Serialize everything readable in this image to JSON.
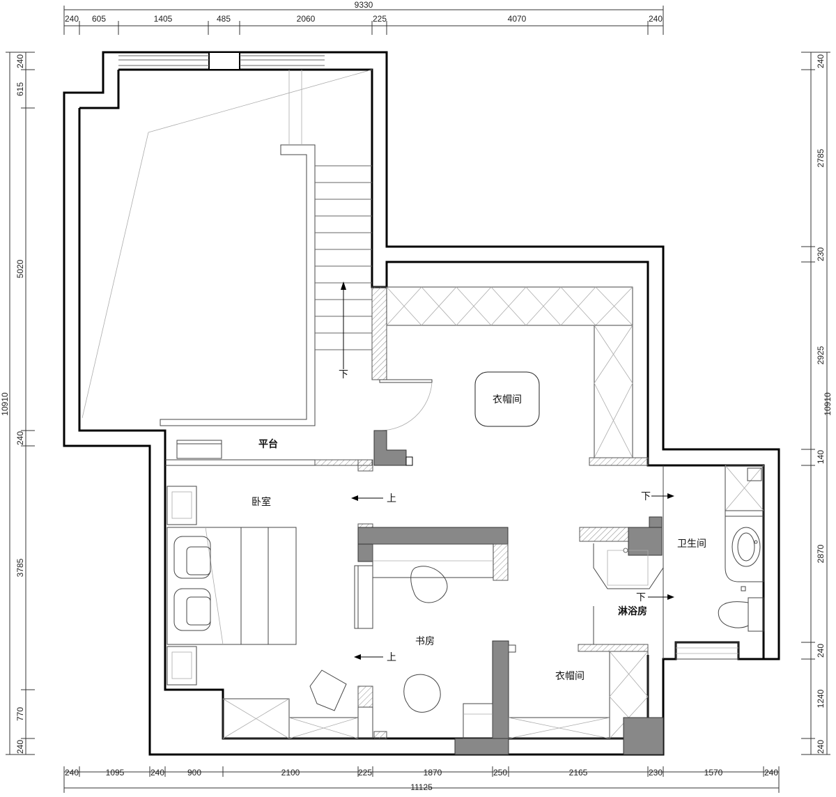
{
  "dims": {
    "top_total": "9330",
    "top": [
      "240",
      "605",
      "1405",
      "485",
      "2060",
      "225",
      "4070",
      "240"
    ],
    "bottom_total": "11125",
    "bottom": [
      "240",
      "1095",
      "240",
      "900",
      "2100",
      "225",
      "1870",
      "250",
      "2165",
      "230",
      "1570",
      "240"
    ],
    "left_total": "10910",
    "left": [
      "240",
      "615",
      "5020",
      "240",
      "3785",
      "770",
      "240"
    ],
    "right_total": "10910",
    "right": [
      "240",
      "2785",
      "230",
      "2925",
      "140",
      "2870",
      "240",
      "1240",
      "240"
    ]
  },
  "rooms": {
    "wardrobe_top": "衣帽间",
    "terrace": "平台",
    "bedroom": "卧室",
    "study": "书房",
    "wardrobe_bottom": "衣帽间",
    "bathroom": "卫生间",
    "shower": "淋浴房"
  },
  "arrows": {
    "stair_down": "下",
    "up_1": "上",
    "up_2": "上",
    "down_1": "下",
    "down_2": "下"
  }
}
